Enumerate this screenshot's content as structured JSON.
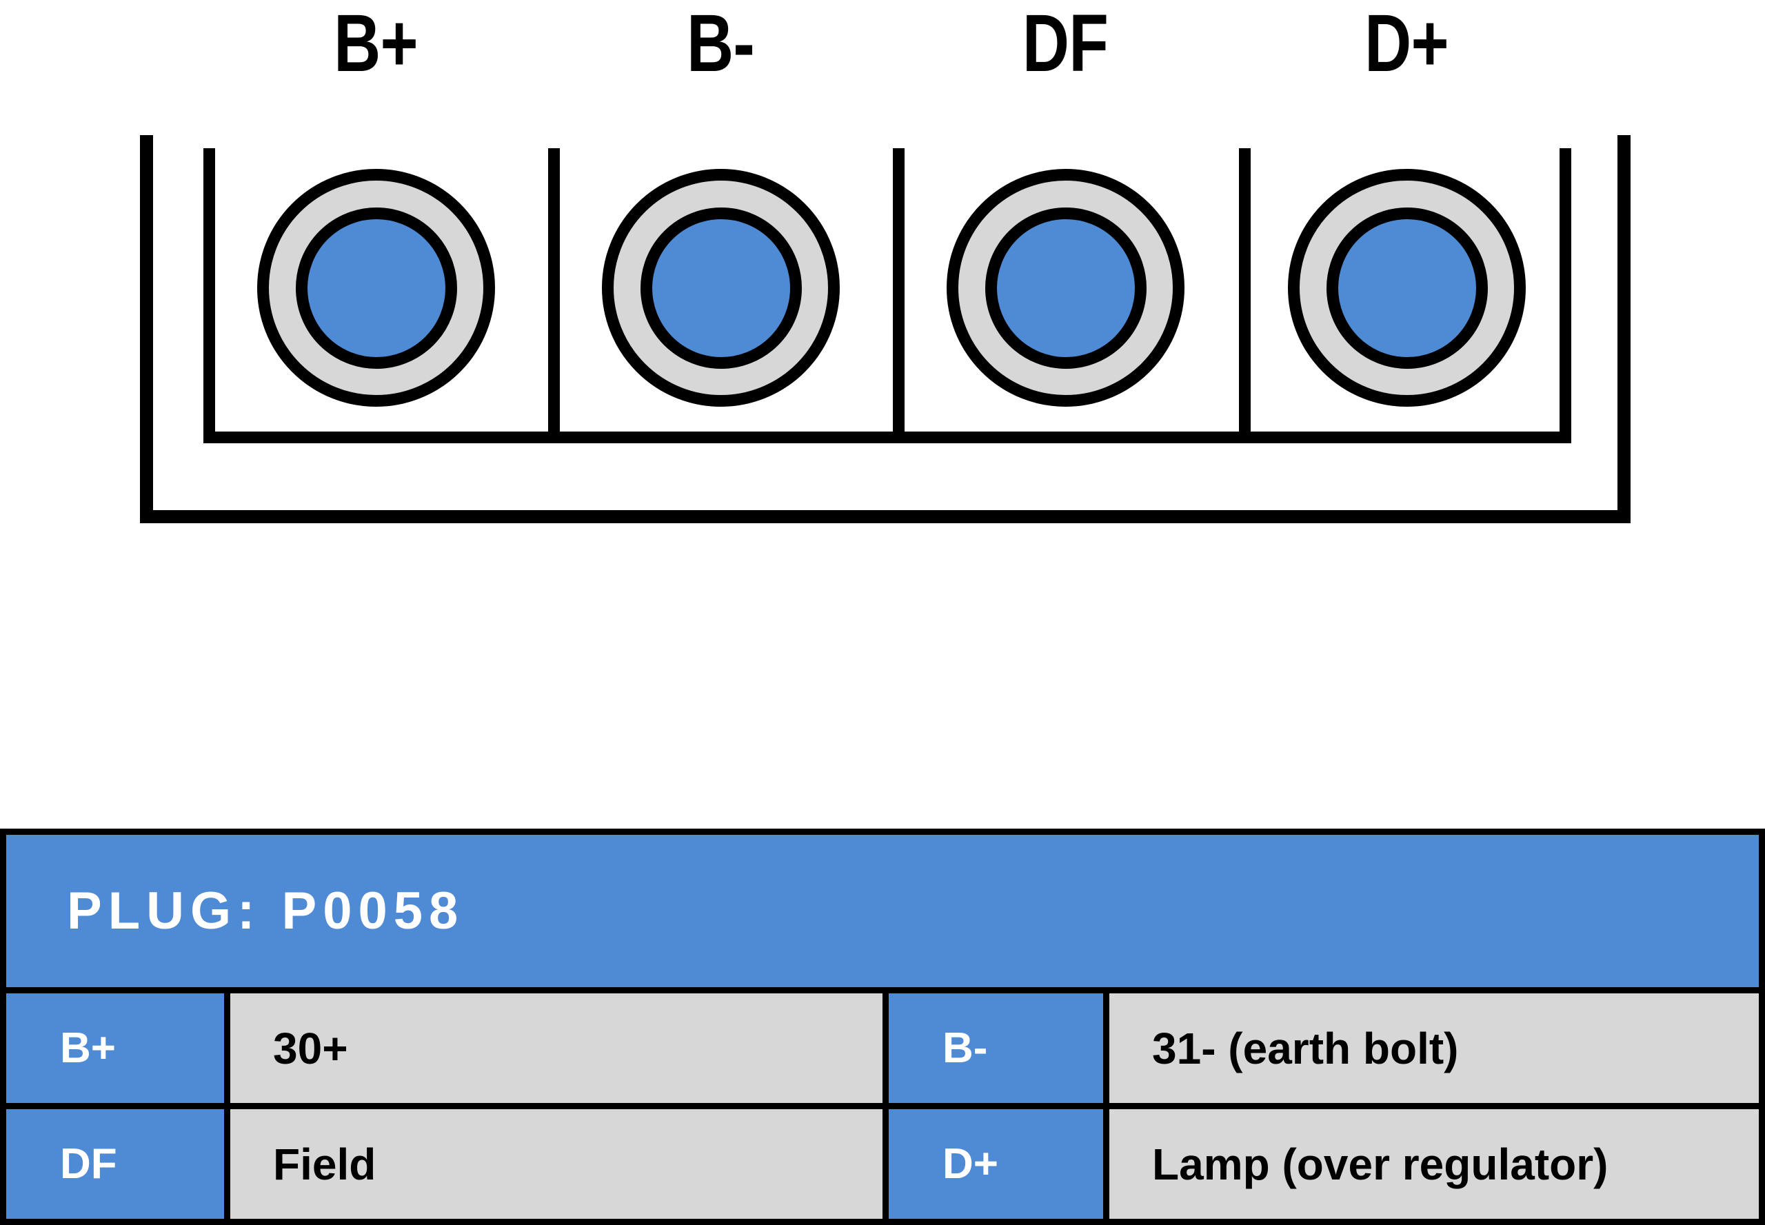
{
  "diagram": {
    "name": "alternator-plug-connector",
    "colors": {
      "pin_blue": "#4f8ad4",
      "socket_gray": "#d7d7d7",
      "stroke_black": "#000000",
      "background": "#ffffff"
    },
    "pins": [
      {
        "label": "B+",
        "name": "pin-b-plus"
      },
      {
        "label": "B-",
        "name": "pin-b-minus"
      },
      {
        "label": "DF",
        "name": "pin-df"
      },
      {
        "label": "D+",
        "name": "pin-d-plus"
      }
    ]
  },
  "table": {
    "header": "PLUG: P0058",
    "rows": [
      {
        "left_pin": "B+",
        "left_value": "30+",
        "right_pin": "B-",
        "right_value": "31- (earth bolt)"
      },
      {
        "left_pin": "DF",
        "left_value": "Field",
        "right_pin": "D+",
        "right_value": "Lamp (over regulator)"
      }
    ]
  }
}
